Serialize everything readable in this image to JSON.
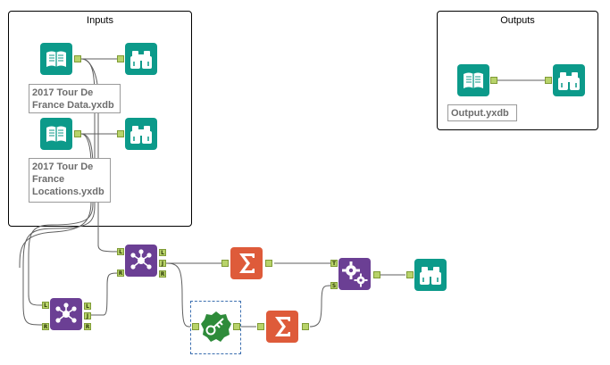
{
  "containers": {
    "inputs_title": "Inputs",
    "outputs_title": "Outputs"
  },
  "annotations": {
    "data_file": "2017 Tour De France Data.yxdb",
    "locations_file": "2017 Tour De France Locations.yxdb",
    "output_file": "Output.yxdb"
  },
  "anchor_labels": {
    "left": "L",
    "join": "J",
    "right": "R",
    "target": "T",
    "source": "S"
  },
  "icons": {
    "input": "book-icon",
    "browse": "binoculars-icon",
    "join": "join-network-icon",
    "summarize": "sigma-icon",
    "formula": "gears-icon",
    "filter": "key-filter-icon"
  },
  "colors": {
    "io_tools": "#0c9a8a",
    "join_tools": "#6b3f94",
    "transform_tools": "#de5b3a",
    "filter_tool": "#2e8b3a",
    "anchor": "#b8d36a",
    "selection": "#3c6fb0"
  }
}
